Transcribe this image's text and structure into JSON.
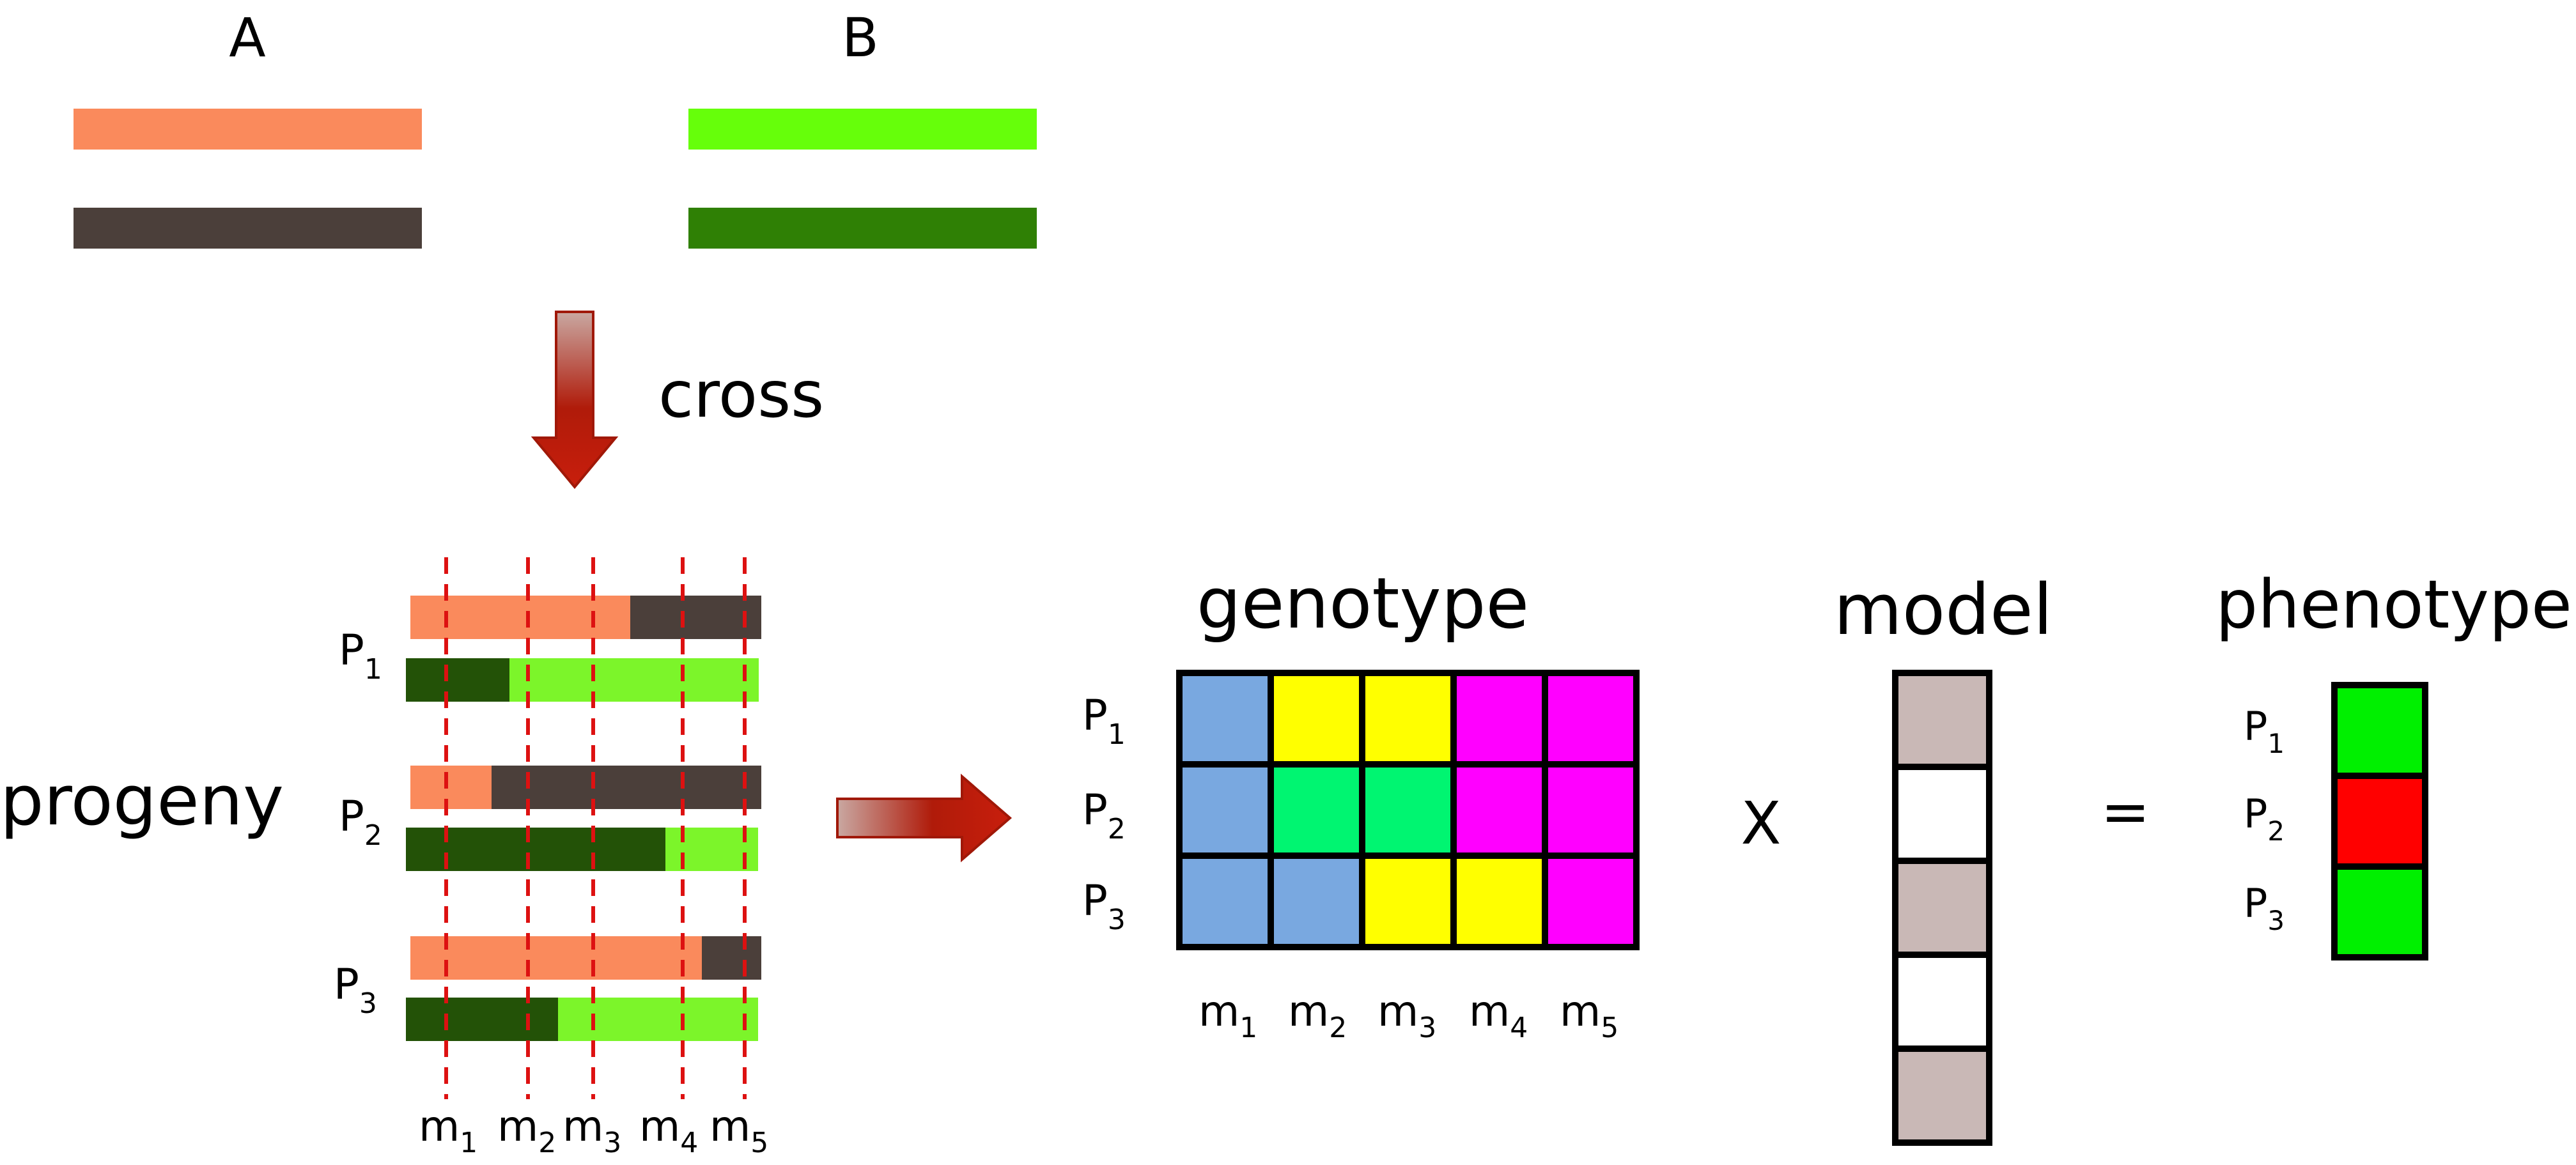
{
  "parents": {
    "a": {
      "label": "A",
      "chrom_colors": [
        "#fa8a5c",
        "#4b3f3a"
      ]
    },
    "b": {
      "label": "B",
      "chrom_colors": [
        "#66ff0a",
        "#2f8005"
      ]
    }
  },
  "cross_label": "cross",
  "progeny": {
    "label": "progeny",
    "individuals": [
      {
        "id": "P",
        "sub": "1"
      },
      {
        "id": "P",
        "sub": "2"
      },
      {
        "id": "P",
        "sub": "3"
      }
    ],
    "markers": [
      {
        "id": "m",
        "sub": "1"
      },
      {
        "id": "m",
        "sub": "2"
      },
      {
        "id": "m",
        "sub": "3"
      },
      {
        "id": "m",
        "sub": "4"
      },
      {
        "id": "m",
        "sub": "5"
      }
    ],
    "marker_line_color": "#dd1111",
    "segment_colors": {
      "A1": "#fa8a5c",
      "A2": "#4b3f3a",
      "B1": "#7cf52a",
      "B2": "#235207"
    }
  },
  "genotype": {
    "title": "genotype",
    "rows": [
      "P",
      "P",
      "P"
    ],
    "row_subs": [
      "1",
      "2",
      "3"
    ],
    "cols": [
      "m",
      "m",
      "m",
      "m",
      "m"
    ],
    "col_subs": [
      "1",
      "2",
      "3",
      "4",
      "5"
    ],
    "cells": [
      [
        "#79a8e0",
        "#ffff00",
        "#ffff00",
        "#ff00ff",
        "#ff00ff"
      ],
      [
        "#79a8e0",
        "#00f571",
        "#00f571",
        "#ff00ff",
        "#ff00ff"
      ],
      [
        "#79a8e0",
        "#79a8e0",
        "#ffff00",
        "#ffff00",
        "#ff00ff"
      ]
    ]
  },
  "operator_multiply": "X",
  "model": {
    "title": "model",
    "cells": [
      "#c9b8b6",
      "#ffffff",
      "#c9b8b6",
      "#ffffff",
      "#c9b8b6"
    ]
  },
  "operator_equals": "=",
  "phenotype": {
    "title": "phenotype",
    "rows": [
      "P",
      "P",
      "P"
    ],
    "row_subs": [
      "1",
      "2",
      "3"
    ],
    "cells": [
      "#00f000",
      "#ff0000",
      "#00f000"
    ]
  },
  "arrow_colors": {
    "dark": "#b01b0a",
    "light": "#c9a8a2"
  }
}
